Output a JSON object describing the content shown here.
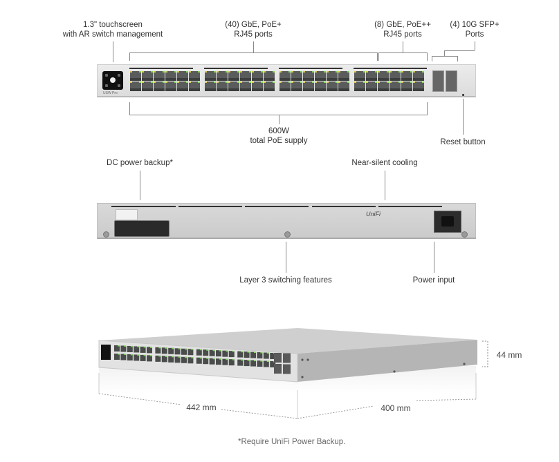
{
  "front_view": {
    "callouts": {
      "touchscreen": [
        "1.3\" touchscreen",
        "with AR switch management"
      ],
      "gbe_poe_plus": [
        "(40) GbE, PoE+",
        "RJ45 ports"
      ],
      "gbe_poe_plusplus": [
        "(8) GbE, PoE++",
        "RJ45 ports"
      ],
      "sfp_plus": [
        "(4) 10G SFP+",
        "Ports"
      ],
      "poe_supply": [
        "600W",
        "total PoE supply"
      ],
      "reset": "Reset button"
    },
    "model_label": "USW Pro",
    "led_colors": {
      "amber": "#d6c94a",
      "green": "#7ed957"
    }
  },
  "rear_view": {
    "callouts": {
      "dc_backup": "DC power backup*",
      "cooling": "Near-silent cooling",
      "layer3": "Layer 3 switching features",
      "power_input": "Power input"
    },
    "brand_label": "UniFi"
  },
  "dimensions": {
    "height": "44 mm",
    "width": "442 mm",
    "depth": "400 mm"
  },
  "footnote": "*Require UniFi Power Backup."
}
